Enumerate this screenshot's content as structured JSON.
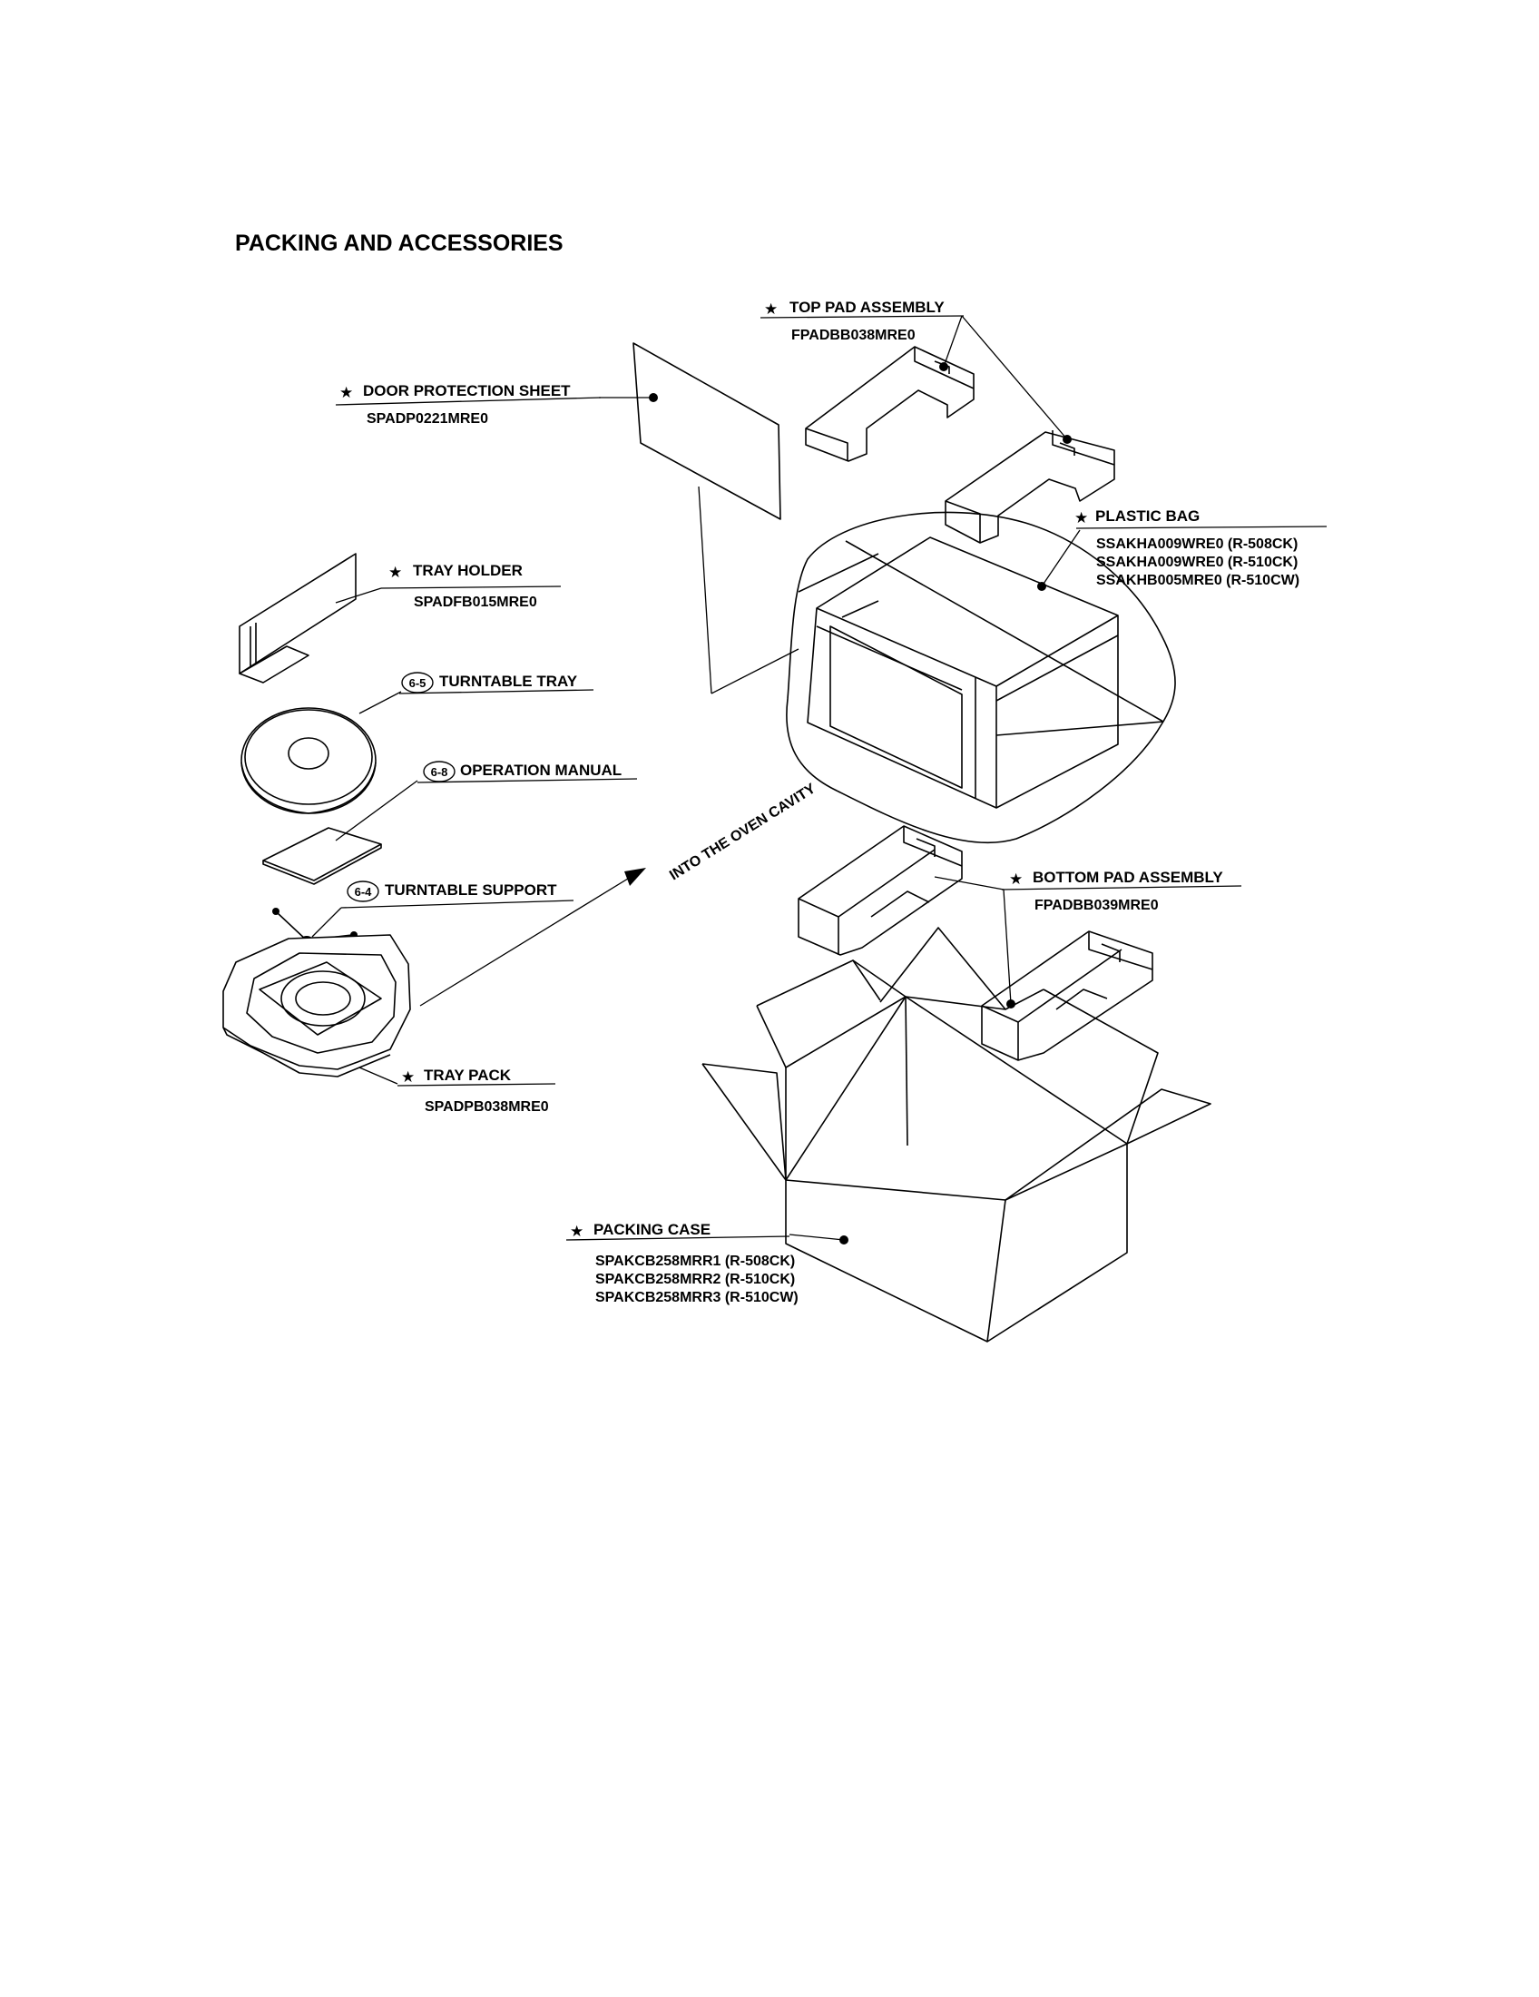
{
  "title": "PACKING AND ACCESSORIES",
  "arrow_text": "INTO THE OVEN CAVITY",
  "star": "★",
  "parts": {
    "top_pad": {
      "name": "TOP PAD ASSEMBLY",
      "codes": [
        "FPADBB038MRE0"
      ]
    },
    "door_sheet": {
      "name": "DOOR PROTECTION SHEET",
      "codes": [
        "SPADP0221MRE0"
      ]
    },
    "plastic_bag": {
      "name": "PLASTIC BAG",
      "codes": [
        "SSAKHA009WRE0 (R-508CK)",
        "SSAKHA009WRE0 (R-510CK)",
        "SSAKHB005MRE0 (R-510CW)"
      ]
    },
    "tray_holder": {
      "name": "TRAY HOLDER",
      "codes": [
        "SPADFB015MRE0"
      ]
    },
    "turntable_tray": {
      "ref": "6-5",
      "name": "TURNTABLE TRAY"
    },
    "operation_manual": {
      "ref": "6-8",
      "name": "OPERATION MANUAL"
    },
    "turntable_support": {
      "ref": "6-4",
      "name": "TURNTABLE SUPPORT"
    },
    "bottom_pad": {
      "name": "BOTTOM PAD ASSEMBLY",
      "codes": [
        "FPADBB039MRE0"
      ]
    },
    "tray_pack": {
      "name": "TRAY PACK",
      "codes": [
        "SPADPB038MRE0"
      ]
    },
    "packing_case": {
      "name": "PACKING CASE",
      "codes": [
        "SPAKCB258MRR1 (R-508CK)",
        "SPAKCB258MRR2 (R-510CK)",
        "SPAKCB258MRR3 (R-510CW)"
      ]
    }
  }
}
